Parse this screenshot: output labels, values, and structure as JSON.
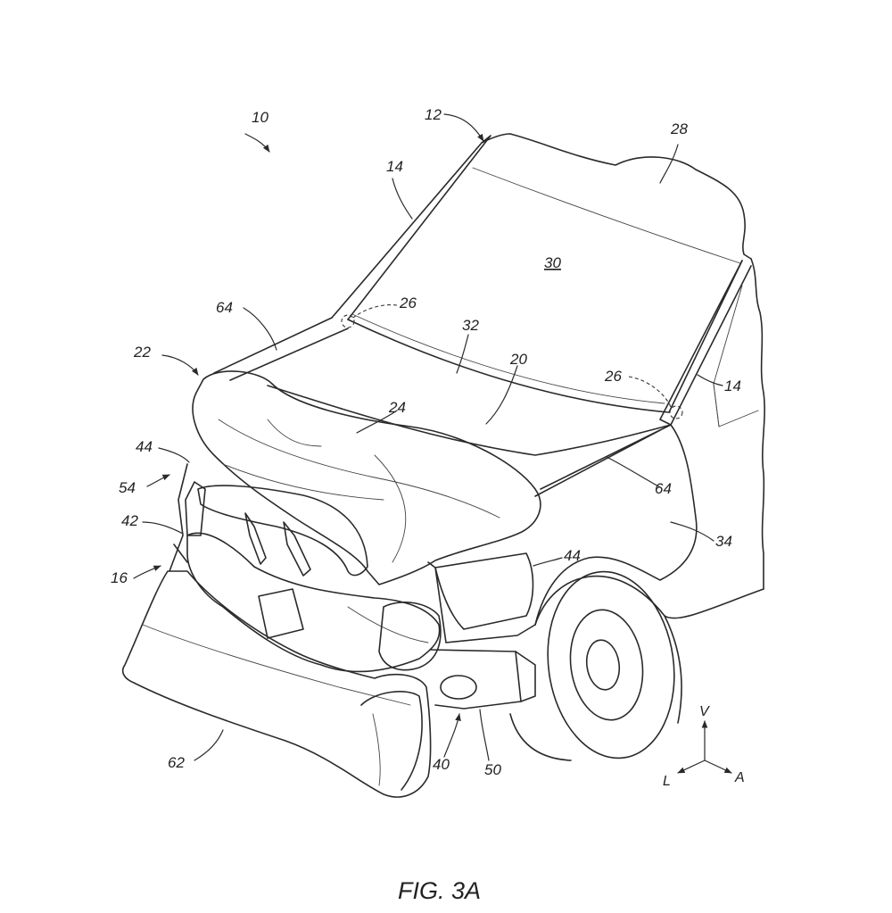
{
  "figure": {
    "caption": "FIG. 3A"
  },
  "reference_numerals": {
    "r10": "10",
    "r12": "12",
    "r14_left": "14",
    "r14_right": "14",
    "r16": "16",
    "r20": "20",
    "r22": "22",
    "r24": "24",
    "r26_left": "26",
    "r26_right": "26",
    "r28": "28",
    "r30": "30",
    "r32": "32",
    "r34": "34",
    "r40": "40",
    "r42": "42",
    "r44_left": "44",
    "r44_right": "44",
    "r50": "50",
    "r54": "54",
    "r62": "62",
    "r64_left": "64",
    "r64_right": "64"
  },
  "axes": {
    "vertical": "V",
    "lateral": "L",
    "longitudinal": "A"
  }
}
